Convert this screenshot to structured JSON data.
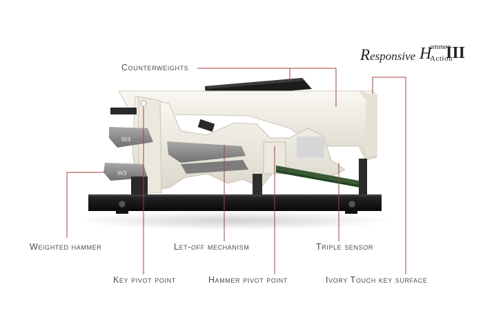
{
  "brand": {
    "responsive_cap": "R",
    "responsive_rest": "esponsive",
    "h_cap": "H",
    "hammer": "ammer",
    "action": "Action",
    "numeral": "III"
  },
  "callouts": {
    "counterweights": "Counterweights",
    "weighted_hammer": "Weighted hammer",
    "let_off": "Let-off mechanism",
    "triple_sensor": "Triple sensor",
    "key_pivot": "Key pivot point",
    "hammer_pivot": "Hammer pivot point",
    "ivory_touch": "Ivory Touch key surface"
  },
  "hammer_marks": {
    "upper": "W4",
    "lower": "W3"
  },
  "colors": {
    "leader_line": "#a0413f",
    "base_plate": "#141414",
    "key_body": "#f1eee6",
    "weight_gray": "#8d8d8d"
  }
}
